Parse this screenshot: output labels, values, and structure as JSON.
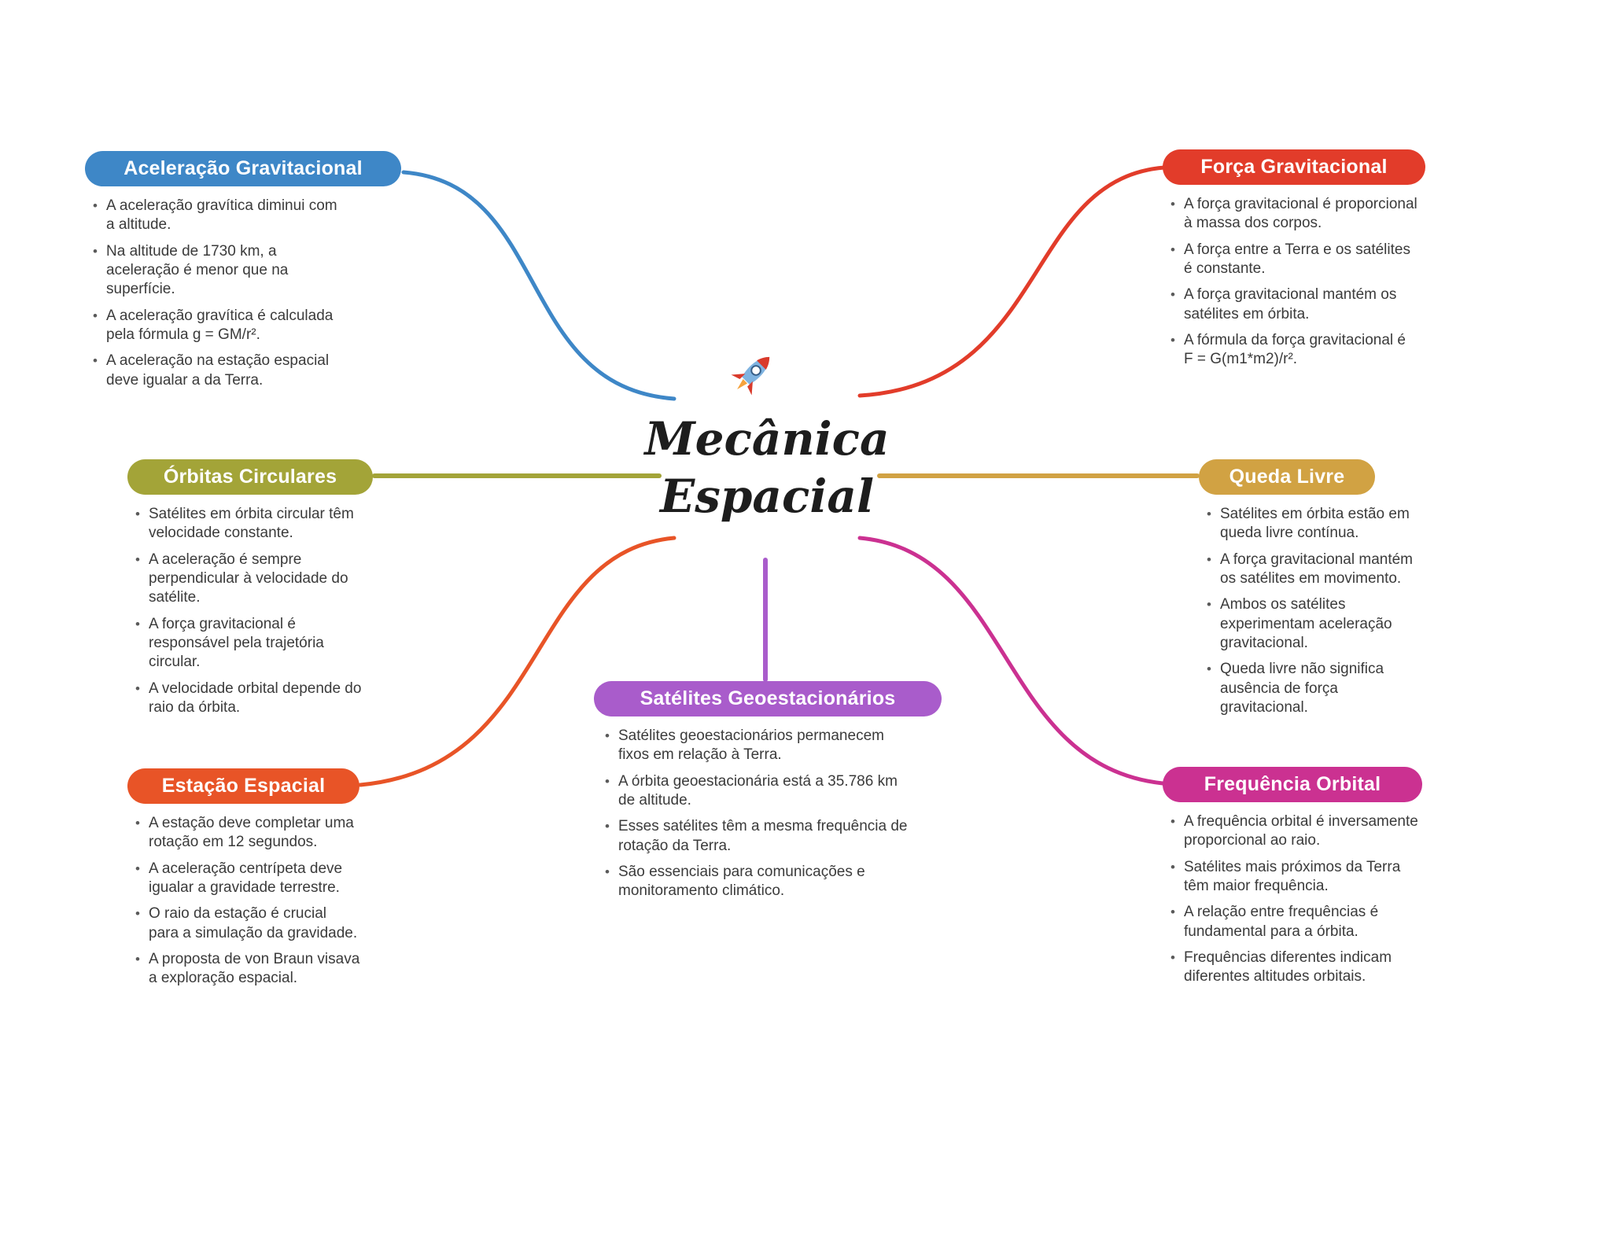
{
  "center": {
    "title_line1": "Mecânica",
    "title_line2": "Espacial",
    "icon": "rocket-icon"
  },
  "branches": [
    {
      "id": "aceleracao-gravitacional",
      "label": "Aceleração Gravitacional",
      "color": "#3e87c7",
      "bullets": [
        "A aceleração gravítica diminui com a altitude.",
        "Na altitude de 1730 km, a aceleração é menor que na superfície.",
        "A aceleração gravítica é calculada pela fórmula g = GM/r².",
        "A aceleração na estação espacial deve igualar a da Terra."
      ]
    },
    {
      "id": "forca-gravitacional",
      "label": "Força Gravitacional",
      "color": "#e23c2a",
      "bullets": [
        "A força gravitacional é proporcional à massa dos corpos.",
        "A força entre a Terra e os satélites é constante.",
        "A força gravitacional mantém os satélites em órbita.",
        "A fórmula da força gravitacional é F = G(m1*m2)/r²."
      ]
    },
    {
      "id": "orbitas-circulares",
      "label": "Órbitas Circulares",
      "color": "#a3a438",
      "bullets": [
        "Satélites em órbita circular têm velocidade constante.",
        "A aceleração é sempre perpendicular à velocidade do satélite.",
        "A força gravitacional é responsável pela trajetória circular.",
        "A velocidade orbital depende do raio da órbita."
      ]
    },
    {
      "id": "queda-livre",
      "label": "Queda Livre",
      "color": "#d1a243",
      "bullets": [
        "Satélites em órbita estão em queda livre contínua.",
        "A força gravitacional mantém os satélites em movimento.",
        "Ambos os satélites experimentam aceleração gravitacional.",
        "Queda livre não significa ausência de força gravitacional."
      ]
    },
    {
      "id": "estacao-espacial",
      "label": "Estação Espacial",
      "color": "#e85427",
      "bullets": [
        "A estação deve completar uma rotação em 12 segundos.",
        "A aceleração centrípeta deve igualar a gravidade terrestre.",
        "O raio da estação é crucial para a simulação da gravidade.",
        "A proposta de von Braun visava a exploração espacial."
      ]
    },
    {
      "id": "satelites-geoestacionarios",
      "label": "Satélites Geoestacionários",
      "color": "#a95ccb",
      "bullets": [
        "Satélites geoestacionários permanecem fixos em relação à Terra.",
        "A órbita geoestacionária está a 35.786 km de altitude.",
        "Esses satélites têm a mesma frequência de rotação da Terra.",
        "São essenciais para comunicações e monitoramento climático."
      ]
    },
    {
      "id": "frequencia-orbital",
      "label": "Frequência Orbital",
      "color": "#cb3191",
      "bullets": [
        "A frequência orbital é inversamente proporcional ao raio.",
        "Satélites mais próximos da Terra têm maior frequência.",
        "A relação entre frequências é fundamental para a órbita.",
        "Frequências diferentes indicam diferentes altitudes orbitais."
      ]
    }
  ]
}
